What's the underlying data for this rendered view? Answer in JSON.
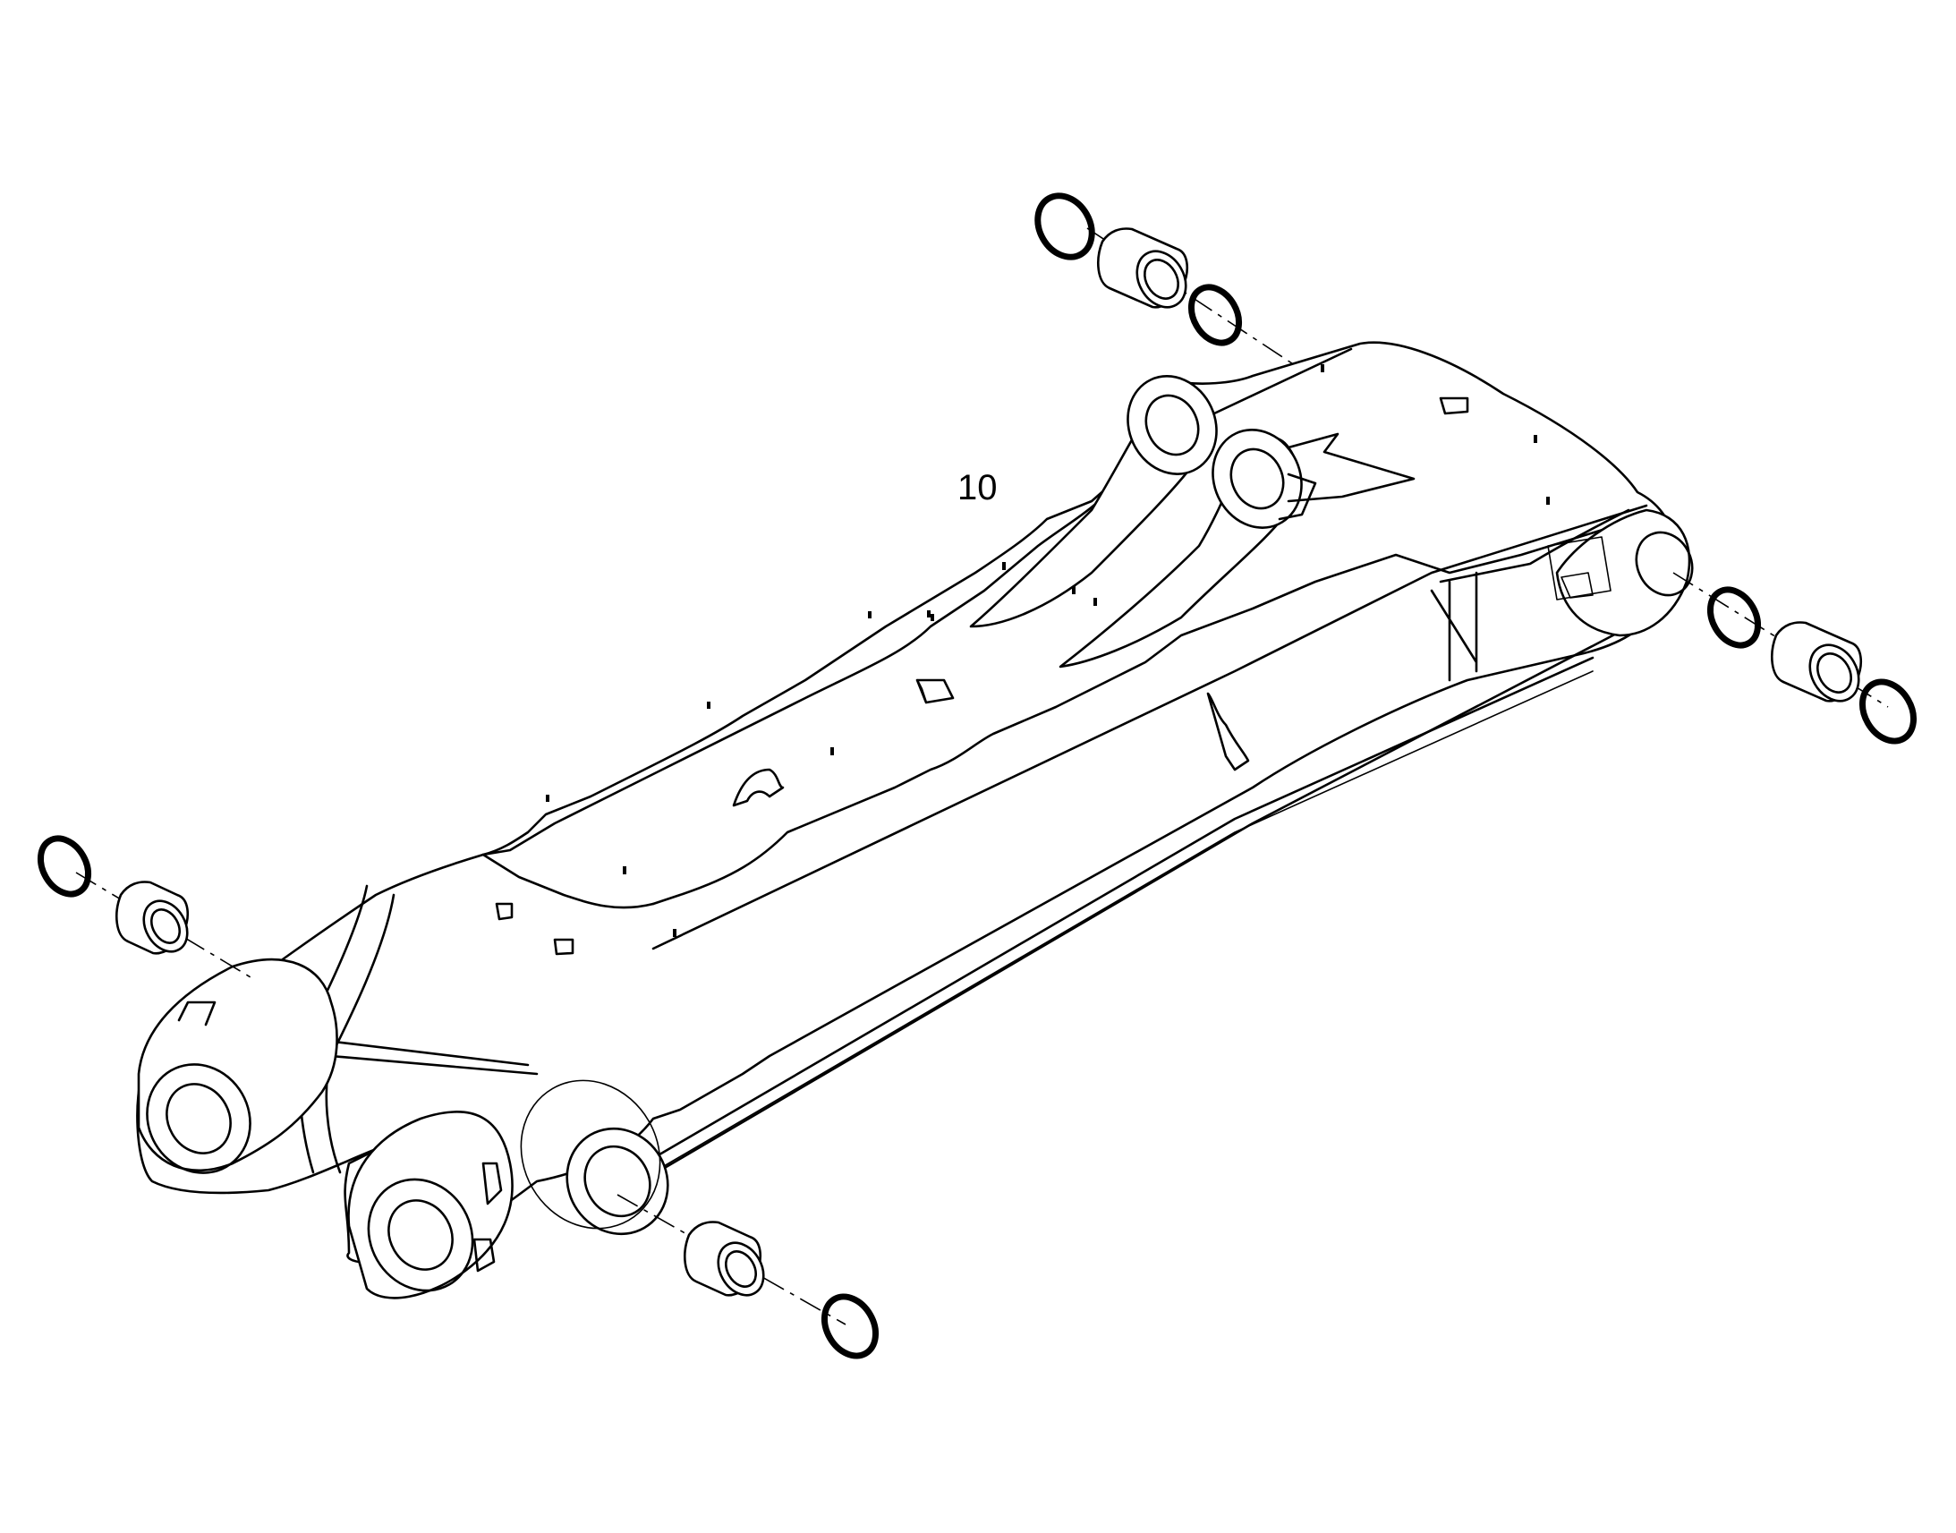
{
  "diagram": {
    "kind": "exploded-parts-view",
    "callouts": [
      {
        "id": "main-part",
        "text": "10"
      }
    ],
    "colors": {
      "line": "#000000",
      "background": "#ffffff"
    }
  }
}
